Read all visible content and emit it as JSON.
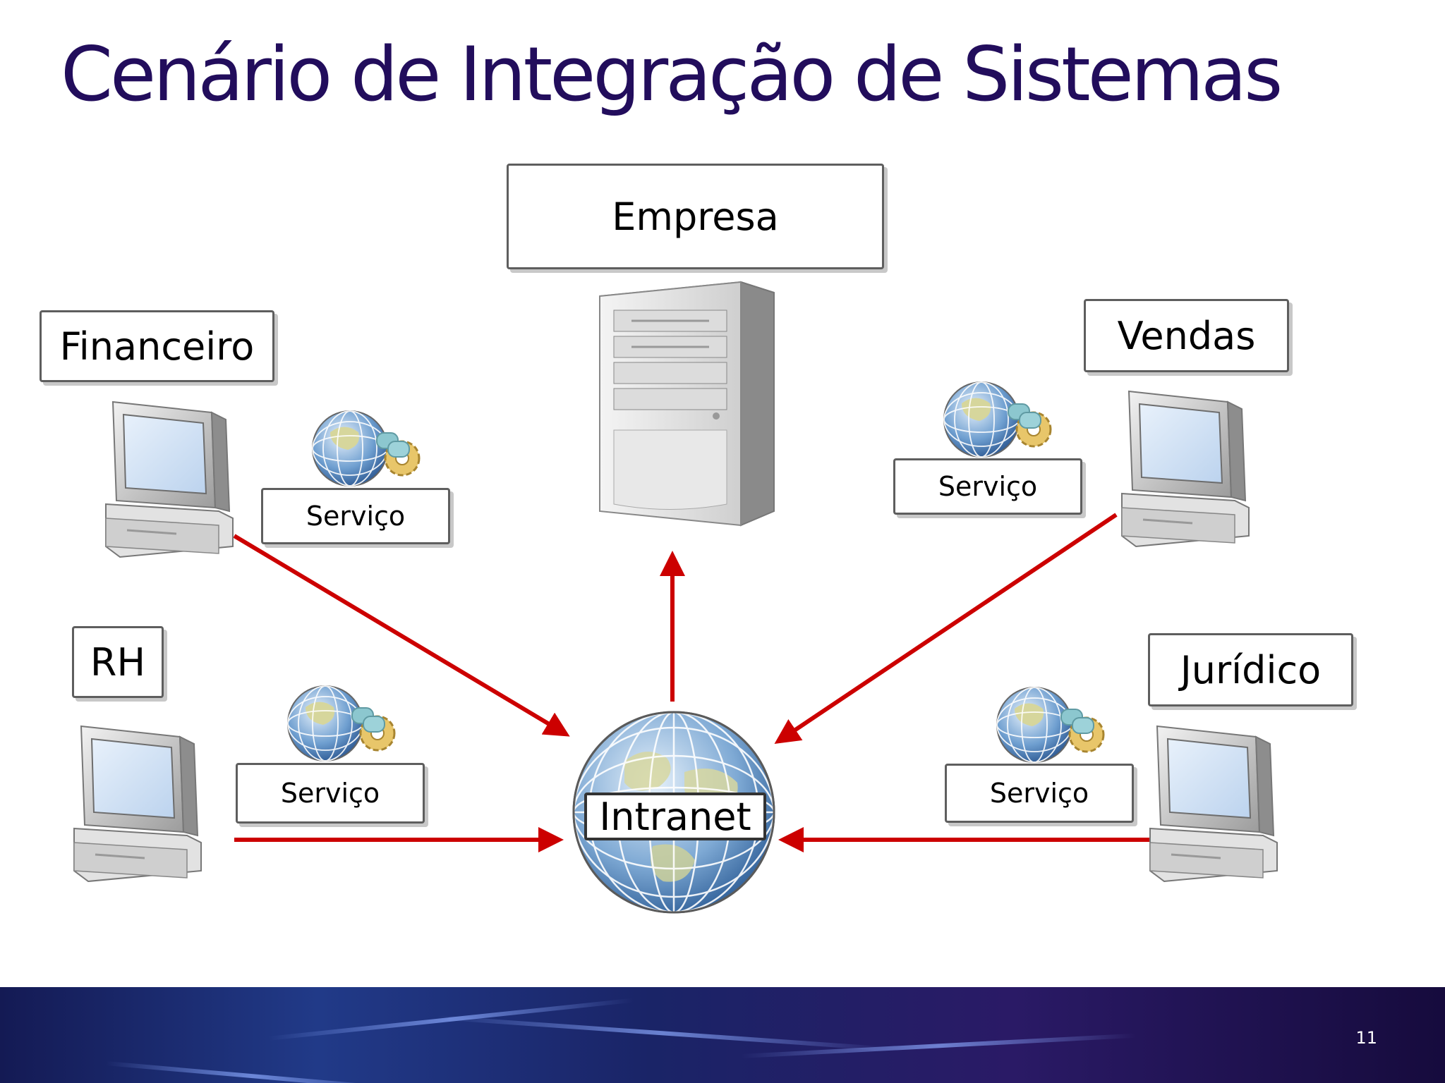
{
  "slide": {
    "title": "Cenário de Integração de Sistemas",
    "page_number": "11"
  },
  "colors": {
    "title": "#220d5c",
    "arrow": "#cc0000",
    "box_border": "#5e5e5e",
    "footer_dark": "#160b3d",
    "footer_blue": "#213a88"
  },
  "diagram": {
    "hub": {
      "label": "Intranet",
      "icon": "globe-icon"
    },
    "server": {
      "label": "Empresa",
      "icon": "server-tower-icon"
    },
    "departments": [
      {
        "label": "Financeiro",
        "service_label": "Serviço",
        "icon": "desktop-computer-icon"
      },
      {
        "label": "RH",
        "service_label": "Serviço",
        "icon": "desktop-computer-icon"
      },
      {
        "label": "Vendas",
        "service_label": "Serviço",
        "icon": "desktop-computer-icon"
      },
      {
        "label": "Jurídico",
        "service_label": "Serviço",
        "icon": "desktop-computer-icon"
      }
    ],
    "service_icon": "web-service-globe-gears-icon",
    "connections": [
      {
        "from": "Financeiro",
        "to": "Intranet"
      },
      {
        "from": "RH",
        "to": "Intranet"
      },
      {
        "from": "Vendas",
        "to": "Intranet"
      },
      {
        "from": "Jurídico",
        "to": "Intranet"
      },
      {
        "from": "Intranet",
        "to": "Empresa"
      }
    ]
  }
}
